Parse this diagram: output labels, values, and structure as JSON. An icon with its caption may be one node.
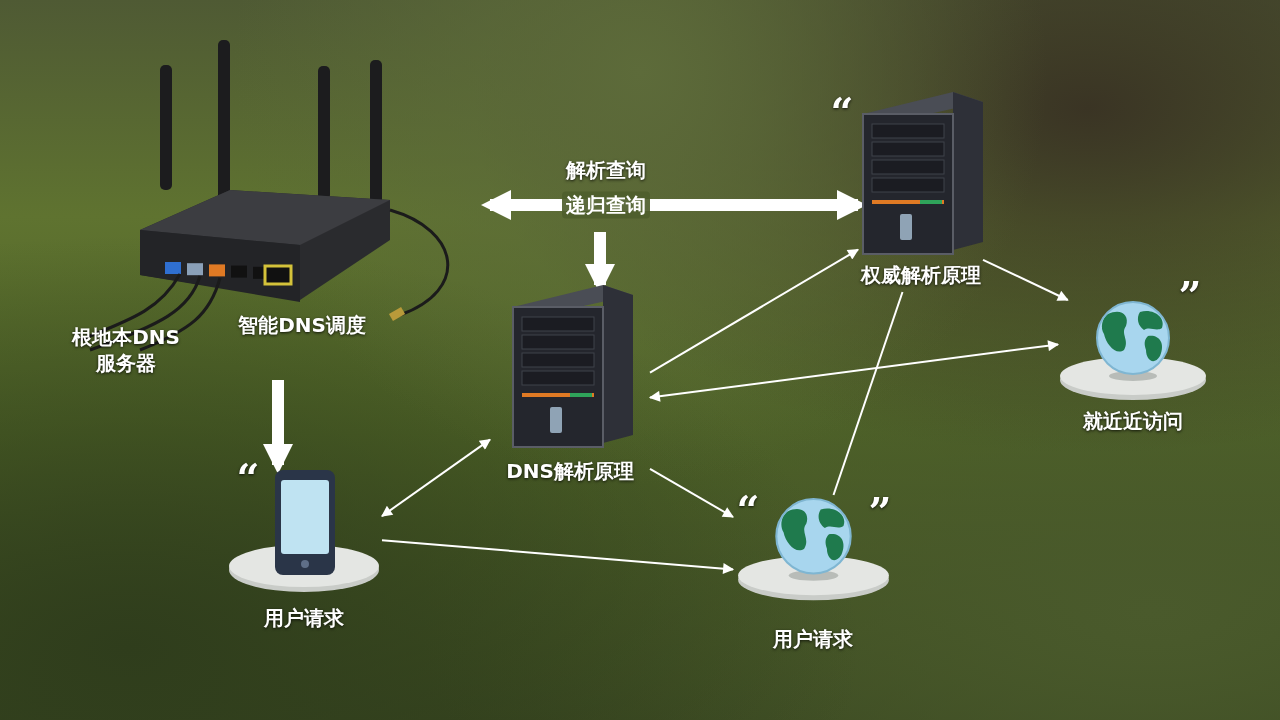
{
  "diagram": {
    "nodes": [
      {
        "text": [
          "智能DNS调度"
        ],
        "beside": [
          "根地本DNS服务器"
        ]
      },
      {
        "text": [
          "DNS解析原理"
        ]
      },
      {
        "text": [
          "权威解析原理"
        ]
      },
      {
        "text": [
          "就近近访问"
        ]
      },
      {
        "text": [
          "用户请求"
        ]
      },
      {
        "text": [
          "用户请求"
        ]
      }
    ],
    "edges": [
      {
        "from": 0,
        "to": 2,
        "arrow": "both",
        "style": "thick",
        "label": "递归查询"
      },
      {
        "from": null,
        "to": 1,
        "arrow": "to",
        "style": "thick"
      },
      {
        "from": 0,
        "to": 4,
        "arrow": "to",
        "style": "thick"
      },
      {
        "from": 1,
        "to": 2,
        "arrow": "to"
      },
      {
        "from": 1,
        "to": 3,
        "arrow": "both"
      },
      {
        "from": 2,
        "to": 3,
        "arrow": "to"
      },
      {
        "from": 2,
        "to": 5,
        "arrow": "none"
      },
      {
        "from": 1,
        "to": 5,
        "arrow": "to"
      },
      {
        "from": 4,
        "to": 1,
        "arrow": "both"
      },
      {
        "from": 4,
        "to": 5,
        "arrow": "to"
      }
    ],
    "labels": [
      "“",
      "解析查询",
      "”",
      "“",
      "“",
      "”"
    ]
  }
}
